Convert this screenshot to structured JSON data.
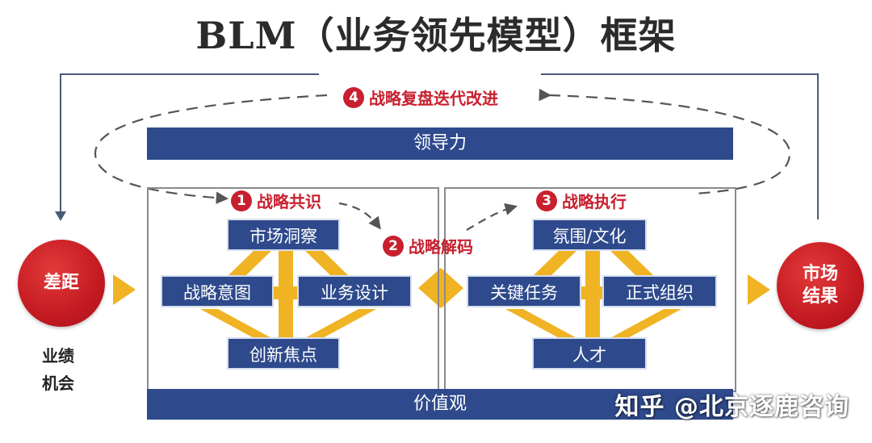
{
  "title": "BLM（业务领先模型）框架",
  "leadership": "领导力",
  "values": "价值观",
  "steps": {
    "s1": {
      "num": "1",
      "label": "战略共识"
    },
    "s2": {
      "num": "2",
      "label": "战略解码"
    },
    "s3": {
      "num": "3",
      "label": "战略执行"
    },
    "s4": {
      "num": "4",
      "label": "战略复盘迭代改进"
    }
  },
  "strategy": {
    "top": "市场洞察",
    "left": "战略意图",
    "right": "业务设计",
    "bottom": "创新焦点"
  },
  "execution": {
    "top": "氛围/文化",
    "left": "关键任务",
    "right": "正式组织",
    "bottom": "人才"
  },
  "gap": "差距",
  "result": "市场\n结果",
  "gap_types": [
    "业绩",
    "机会"
  ],
  "watermark": "知乎 @北京逐鹿咨询",
  "colors": {
    "navy": "#2e4a8c",
    "red": "#c8202f",
    "gold": "#f0b323",
    "gray_line": "#4a5a78"
  }
}
